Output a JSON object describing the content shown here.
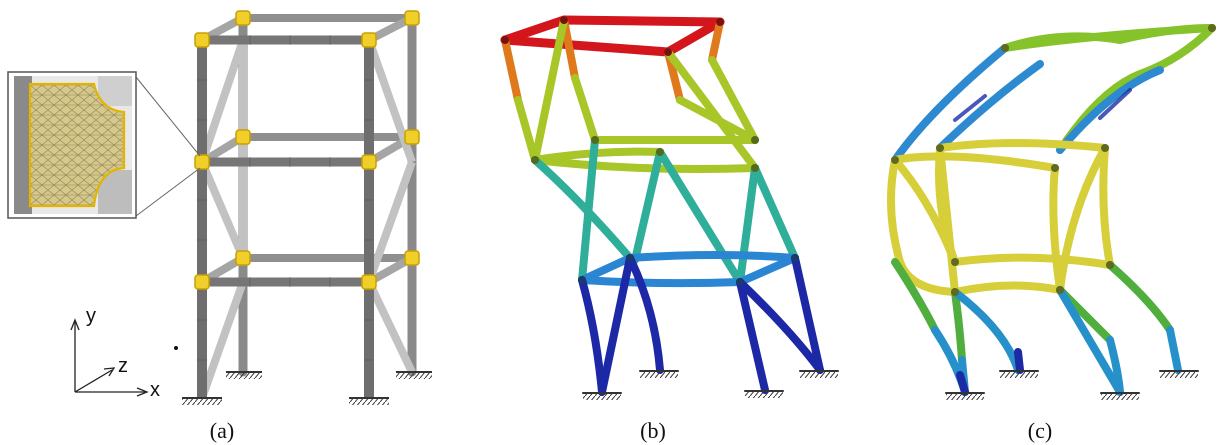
{
  "panels": [
    {
      "caption": "(a)",
      "description_colors": {
        "beam": "#7a7a7a",
        "brace": "#b9b9b9",
        "joint": "#e8c21a"
      }
    },
    {
      "caption": "(b)",
      "description_colors": {
        "top": "#d8141a",
        "mid": "#8dbf22",
        "low": "#2f8fd0",
        "base": "#1a2aa6"
      }
    },
    {
      "caption": "(c)",
      "description_colors": {
        "yellow": "#d9d23a",
        "green": "#6fb62c",
        "blue": "#2a7fc8"
      }
    }
  ],
  "axes": {
    "y": "y",
    "z": "z",
    "x": "x"
  },
  "colors": {
    "joint_outline": "#d8b000",
    "inset_mesh": "#d3c586",
    "ground": "#333333"
  }
}
